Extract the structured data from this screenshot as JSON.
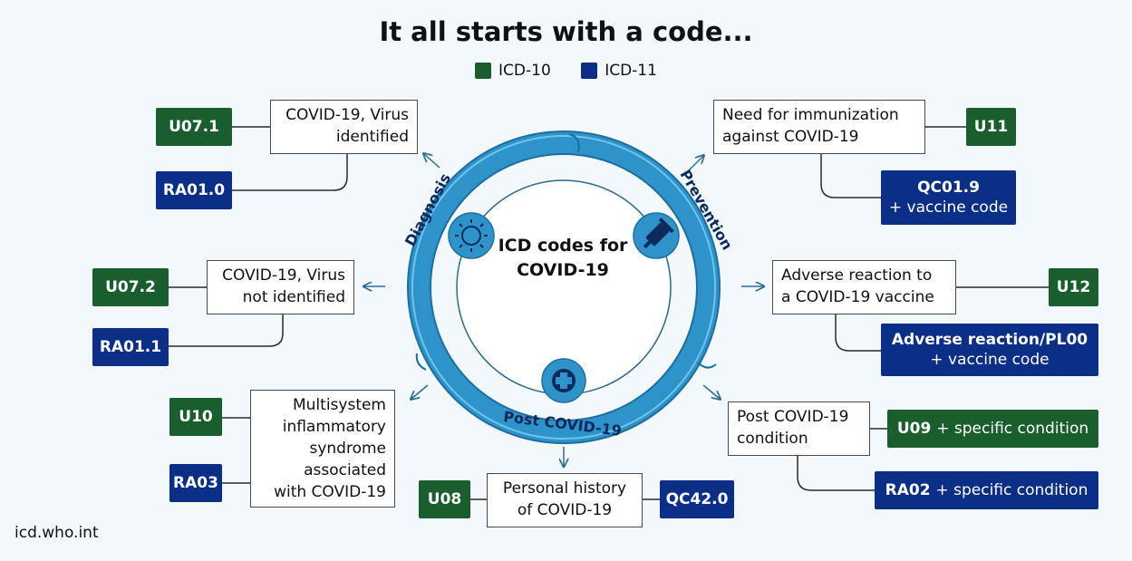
{
  "title": "It all starts with a code...",
  "legend": [
    {
      "label": "ICD-10",
      "color": "#1b5e2e"
    },
    {
      "label": "ICD-11",
      "color": "#0b2f87"
    }
  ],
  "center": {
    "line1": "ICD codes for",
    "line2": "COVID-19"
  },
  "ring": {
    "diagnosis": "Diagnosis",
    "prevention": "Prevention",
    "post": "Post COVID-19"
  },
  "icons": {
    "virus": "virus-icon",
    "syringe": "syringe-icon",
    "cross": "medical-cross-icon"
  },
  "nodes": {
    "virus_identified": {
      "line1": "COVID-19, Virus",
      "line2": "identified",
      "icd10": "U07.1",
      "icd11": "RA01.0"
    },
    "virus_not_identified": {
      "line1": "COVID-19, Virus",
      "line2": "not identified",
      "icd10": "U07.2",
      "icd11": "RA01.1"
    },
    "mis": {
      "lines": [
        "Multisystem",
        "inflammatory",
        "syndrome",
        "associated",
        "with COVID-19"
      ],
      "icd10": "U10",
      "icd11": "RA03"
    },
    "personal_history": {
      "line1": "Personal history",
      "line2": "of COVID-19",
      "icd10": "U08",
      "icd11": "QC42.0"
    },
    "immunization": {
      "line1": "Need for immunization",
      "line2": "against COVID-19",
      "icd10": "U11",
      "icd11_code": "QC01.9",
      "icd11_sub": "+ vaccine code"
    },
    "adverse": {
      "line1": "Adverse reaction to",
      "line2": "a COVID-19 vaccine",
      "icd10": "U12",
      "icd11_code": "Adverse reaction/PL00",
      "icd11_sub": "+ vaccine code"
    },
    "post_condition": {
      "line1": "Post COVID-19",
      "line2": "condition",
      "icd10_code": "U09",
      "icd10_sub": "+ specific condition",
      "icd11_code": "RA02",
      "icd11_sub": "+ specific condition"
    }
  },
  "footer": "icd.who.int"
}
